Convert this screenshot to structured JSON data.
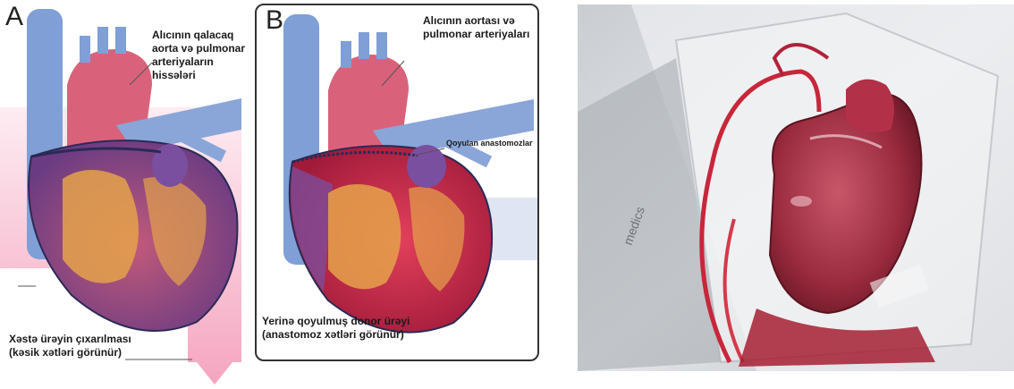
{
  "panel_a": {
    "letter": "A",
    "top_label": [
      "Alıcının qalacaq",
      "aorta və pulmonar",
      "arteriyaların",
      "hissələri"
    ],
    "bottom_label": [
      "Xəstə ürəyin çıxarılması",
      "(kəsik xətləri görünür)"
    ]
  },
  "panel_b": {
    "letter": "B",
    "top_label": [
      "Alıcının aortası və",
      "pulmonar arteriyaları"
    ],
    "anastomosis_label": "Qoyulan anastomozlar",
    "bottom_label": [
      "Yerinə qoyulmuş donor ürəyi",
      "(anastomoz xətləri görünür)"
    ]
  },
  "photo": {
    "brand_text": "medics"
  },
  "colors": {
    "vein_blue": "#7f9fd6",
    "aorta_pink": "#d9627a",
    "heart_red": "#c8264a",
    "heart_purple": "#7a4fa0",
    "fat_orange": "#e5a24a",
    "arrow_pink": "#f2a6bd"
  }
}
